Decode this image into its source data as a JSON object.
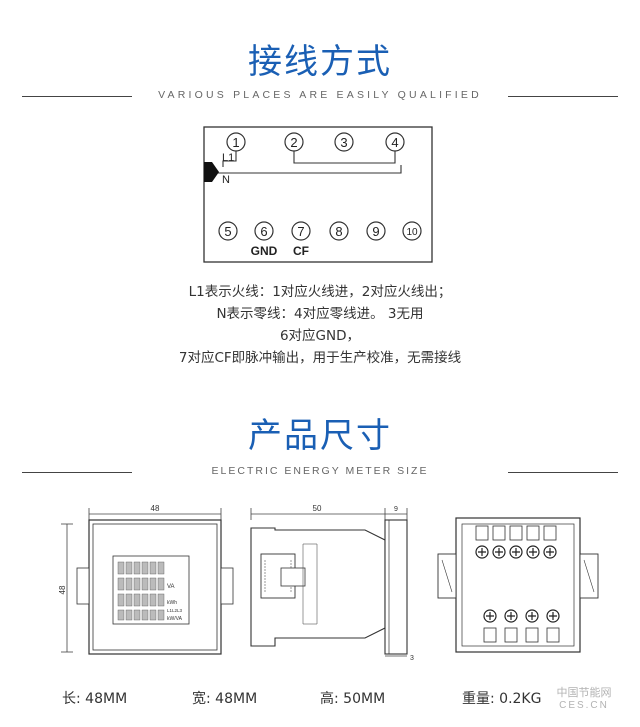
{
  "section1": {
    "title": "接线方式",
    "subtitle": "VARIOUS PLACES ARE EASILY QUALIFIED"
  },
  "wiring": {
    "terminals_top": [
      "1",
      "2",
      "3",
      "4"
    ],
    "terminals_bottom": [
      "5",
      "6",
      "7",
      "8",
      "9",
      "10"
    ],
    "label_l1": "L1",
    "label_n": "N",
    "label_gnd": "GND",
    "label_cf": "CF"
  },
  "description": {
    "line1": "L1表示火线：1对应火线进，2对应火线出；",
    "line2": "N表示零线：4对应零线进。  3无用",
    "line3": "6对应GND，",
    "line4": "7对应CF即脉冲输出，用于生产校准，无需接线"
  },
  "section2": {
    "title": "产品尺寸",
    "subtitle": "ELECTRIC ENERGY METER SIZE"
  },
  "dimensions": {
    "front_width": "48",
    "front_height": "48",
    "side_depth": "50",
    "side_front": "9",
    "side_small": "3",
    "meter_units": [
      "VA",
      "kWh",
      "L1L2L3",
      "kW/VA"
    ]
  },
  "specs": [
    {
      "label": "长:",
      "value": "48MM"
    },
    {
      "label": "宽:",
      "value": "48MM"
    },
    {
      "label": "高:",
      "value": "50MM"
    },
    {
      "label": "重量:",
      "value": "0.2KG"
    }
  ],
  "watermark": {
    "line1": "中国节能网",
    "line2": "CES.CN"
  },
  "colors": {
    "title_blue": "#1a5fb4",
    "line": "#444444",
    "text": "#333333"
  }
}
